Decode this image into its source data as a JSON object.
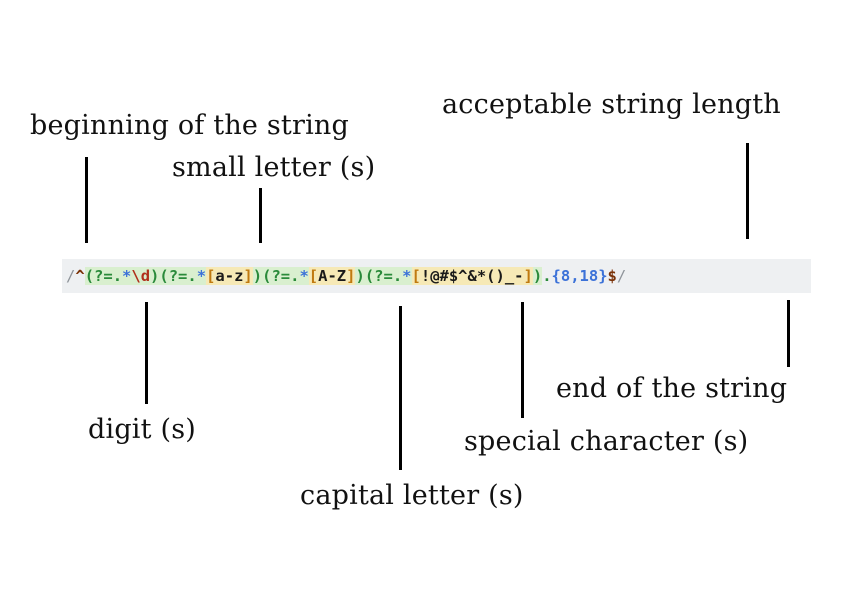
{
  "annotations": {
    "beginning": "beginning of the string",
    "small_letter": "small letter (s)",
    "length": "acceptable string length",
    "digit": "digit (s)",
    "capital_letter": "capital letter (s)",
    "special_character": "special character (s)",
    "end": "end of the string"
  },
  "regex": {
    "full": "/^(?=.*\\d)(?=.*[a-z])(?=.*[A-Z])(?=.*[!@#$^&*()_-]).{8,18}$/",
    "tokens": [
      {
        "text": "/",
        "kind": "delim"
      },
      {
        "text": "^",
        "kind": "anchor"
      },
      {
        "text": "(?=",
        "kind": "group"
      },
      {
        "text": ".",
        "kind": "any"
      },
      {
        "text": "*",
        "kind": "quant"
      },
      {
        "text": "\\d",
        "kind": "escape"
      },
      {
        "text": ")",
        "kind": "group"
      },
      {
        "text": "(?=",
        "kind": "group"
      },
      {
        "text": ".",
        "kind": "any"
      },
      {
        "text": "*",
        "kind": "quant"
      },
      {
        "text": "[",
        "kind": "bracket"
      },
      {
        "text": "a-z",
        "kind": "class"
      },
      {
        "text": "]",
        "kind": "bracket"
      },
      {
        "text": ")",
        "kind": "group"
      },
      {
        "text": "(?=",
        "kind": "group"
      },
      {
        "text": ".",
        "kind": "any"
      },
      {
        "text": "*",
        "kind": "quant"
      },
      {
        "text": "[",
        "kind": "bracket"
      },
      {
        "text": "A-Z",
        "kind": "class"
      },
      {
        "text": "]",
        "kind": "bracket"
      },
      {
        "text": ")",
        "kind": "group"
      },
      {
        "text": "(?=",
        "kind": "group"
      },
      {
        "text": ".",
        "kind": "any"
      },
      {
        "text": "*",
        "kind": "quant"
      },
      {
        "text": "[",
        "kind": "bracket"
      },
      {
        "text": "!@#$^&*()_-",
        "kind": "class"
      },
      {
        "text": "]",
        "kind": "bracket"
      },
      {
        "text": ")",
        "kind": "group"
      },
      {
        "text": ".",
        "kind": "dot"
      },
      {
        "text": "{8,18}",
        "kind": "quant-plain"
      },
      {
        "text": "$",
        "kind": "anchor"
      },
      {
        "text": "/",
        "kind": "delim"
      }
    ]
  },
  "colors": {
    "group_green": "#2a8a3a",
    "group_bg": "#d9efcf",
    "class_bg": "#f6e9b6",
    "bracket_orange": "#c07a10",
    "quantifier_blue": "#3c72d8",
    "anchor_brown": "#7a3208",
    "escape_red": "#b0301c",
    "bar_bg": "#eef0f2"
  }
}
